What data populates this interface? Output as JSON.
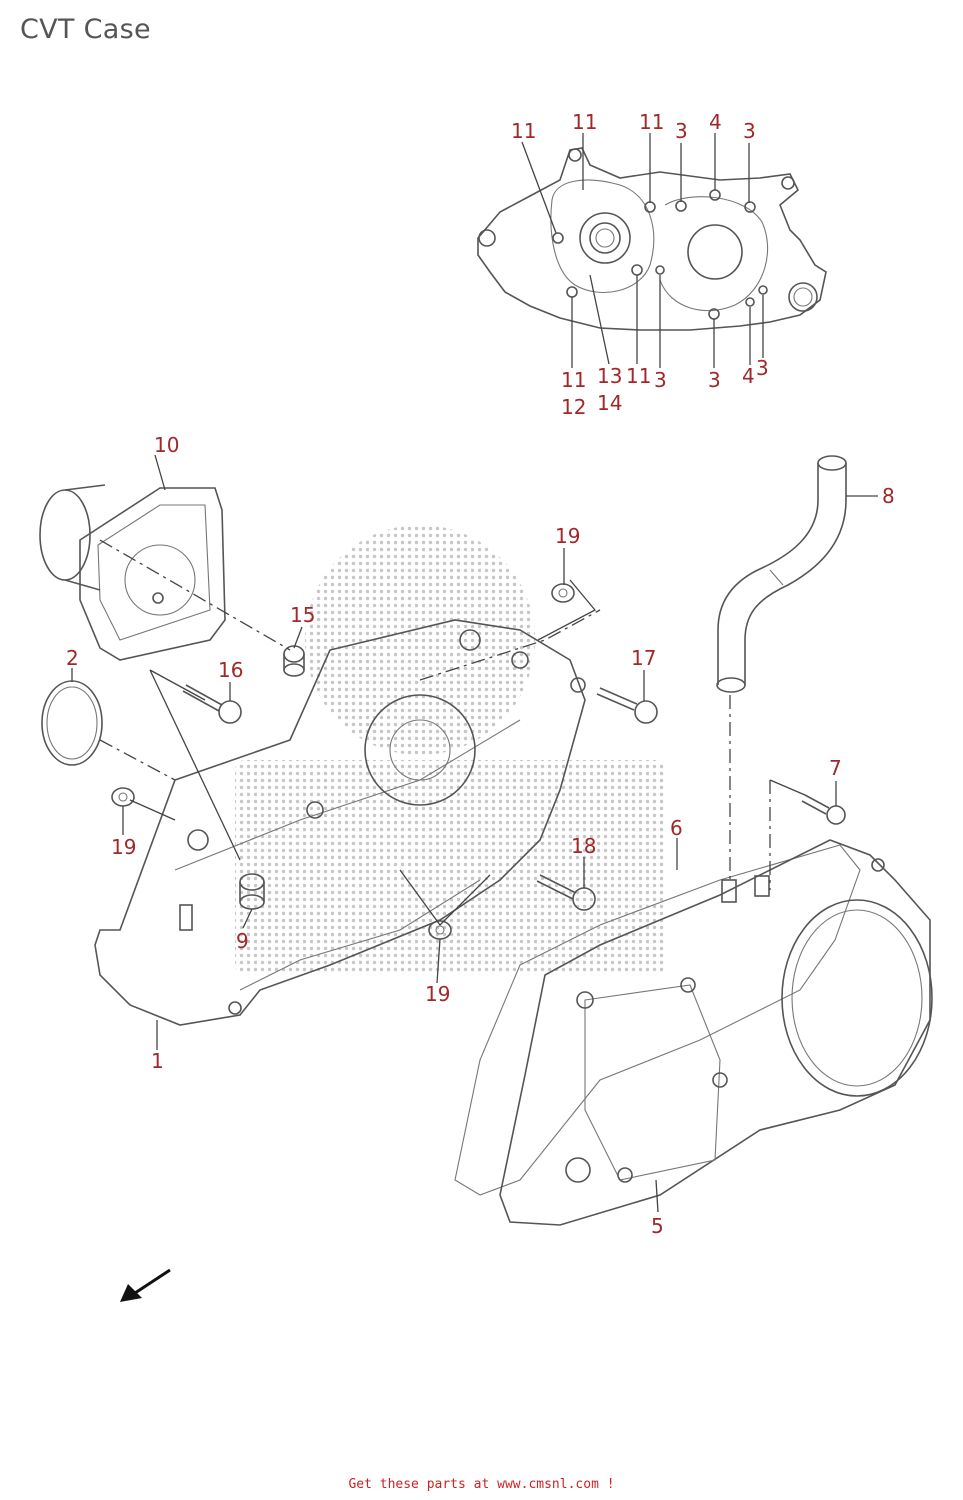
{
  "page": {
    "title": "CVT Case",
    "footer": "Get these parts at www.cmsnl.com !"
  },
  "colors": {
    "label": "#a02828",
    "line": "#555555",
    "footer": "#cc2222",
    "title": "#555555"
  },
  "callouts": [
    {
      "id": "11a",
      "text": "11"
    },
    {
      "id": "11b",
      "text": "11"
    },
    {
      "id": "11c",
      "text": "11"
    },
    {
      "id": "3a",
      "text": "3"
    },
    {
      "id": "4a",
      "text": "4"
    },
    {
      "id": "3b",
      "text": "3"
    },
    {
      "id": "11d",
      "text": "11"
    },
    {
      "id": "12",
      "text": "12"
    },
    {
      "id": "13",
      "text": "13"
    },
    {
      "id": "14",
      "text": "14"
    },
    {
      "id": "11e",
      "text": "11"
    },
    {
      "id": "3c",
      "text": "3"
    },
    {
      "id": "3d",
      "text": "3"
    },
    {
      "id": "4b",
      "text": "4"
    },
    {
      "id": "3e",
      "text": "3"
    },
    {
      "id": "10",
      "text": "10"
    },
    {
      "id": "8",
      "text": "8"
    },
    {
      "id": "19a",
      "text": "19"
    },
    {
      "id": "15",
      "text": "15"
    },
    {
      "id": "2",
      "text": "2"
    },
    {
      "id": "16",
      "text": "16"
    },
    {
      "id": "17",
      "text": "17"
    },
    {
      "id": "7",
      "text": "7"
    },
    {
      "id": "6",
      "text": "6"
    },
    {
      "id": "19b",
      "text": "19"
    },
    {
      "id": "18",
      "text": "18"
    },
    {
      "id": "9",
      "text": "9"
    },
    {
      "id": "19c",
      "text": "19"
    },
    {
      "id": "1",
      "text": "1"
    },
    {
      "id": "5",
      "text": "5"
    }
  ]
}
